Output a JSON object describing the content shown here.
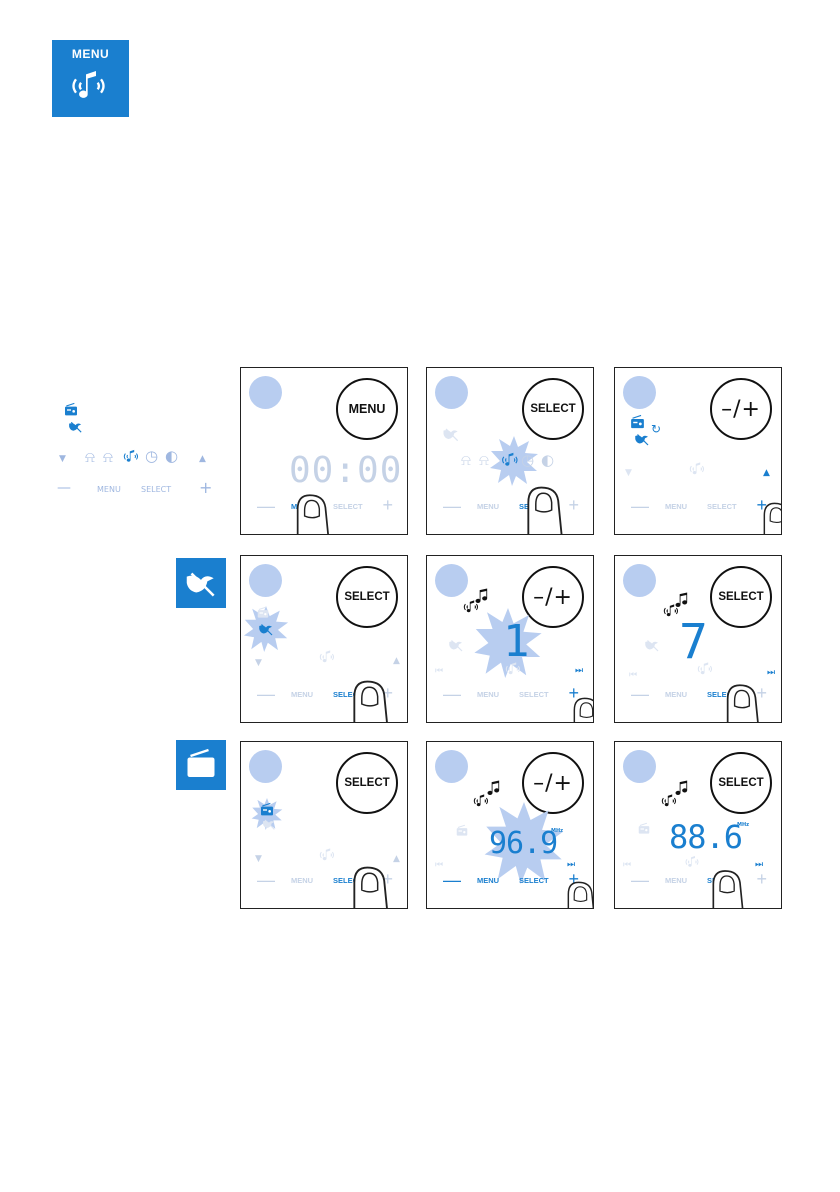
{
  "header": {
    "menu_tile_label": "MENU",
    "menu_tile_icon": "music-waves-icon"
  },
  "legend": {
    "menu_label": "MENU",
    "select_label": "SELECT",
    "minus": "—",
    "plus": "+",
    "icons": [
      "radio-icon",
      "bird-icon",
      "down-arrow-icon",
      "alarm-1-icon",
      "alarm-2-icon",
      "music-waves-icon",
      "clock-icon",
      "brightness-icon",
      "up-arrow-icon"
    ]
  },
  "labels": {
    "menu": "MENU",
    "select": "SELECT",
    "minus": "—",
    "plus": "+",
    "pm": "–/+",
    "mhz": "MHz"
  },
  "panels": [
    {
      "id": "p1",
      "button": "MENU",
      "display": "00:00"
    },
    {
      "id": "p2",
      "button": "SELECT",
      "display": ""
    },
    {
      "id": "p3",
      "button": "–/+",
      "display": ""
    },
    {
      "id": "p4",
      "button": "SELECT",
      "display": ""
    },
    {
      "id": "p5",
      "button": "–/+",
      "display": "1"
    },
    {
      "id": "p6",
      "button": "SELECT",
      "display": "7"
    },
    {
      "id": "p7",
      "button": "SELECT",
      "display": ""
    },
    {
      "id": "p8",
      "button": "–/+",
      "display": "96.9"
    },
    {
      "id": "p9",
      "button": "SELECT",
      "display": "88.6"
    }
  ],
  "colors": {
    "accent": "#1a7fcf",
    "step_dot": "#b8cdf0",
    "inactive": "#c5d2e6"
  }
}
